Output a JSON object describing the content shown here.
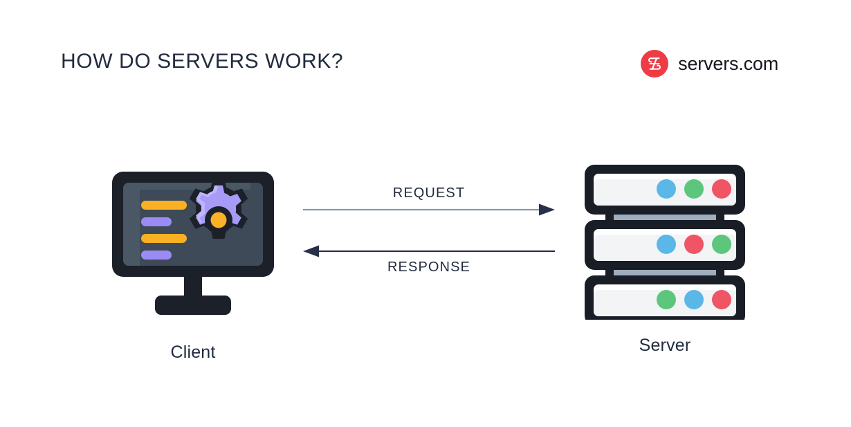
{
  "header": {
    "title": "HOW DO SERVERS WORK?",
    "brand": {
      "wordmark": "servers.com",
      "mark_letter": "S",
      "mark_color": "#EE3C46",
      "wordmark_color": "#14181F"
    }
  },
  "diagram": {
    "type": "request-response-flow",
    "background": "#FFFFFF",
    "title_color": "#222B3E",
    "nodes": [
      {
        "id": "client",
        "caption": "Client",
        "icon": "monitor-gear-icon",
        "colors": {
          "frame": "#1B2029",
          "screen": "#3E4A57",
          "screen_shade": "#4A5866",
          "bar_orange": "#FAB023",
          "bar_purple": "#9B8CF5",
          "gear": "#A79BF7",
          "gear_highlight": "#BFB6FA",
          "gear_hub": "#FBB226"
        },
        "screen_lines": [
          "orange",
          "purple",
          "orange",
          "purple"
        ]
      },
      {
        "id": "server",
        "caption": "Server",
        "icon": "server-rack-icon",
        "colors": {
          "outline": "#181D26",
          "panel": "#F2F4F6",
          "panel_top": "#FFFFFF",
          "connector": "#9FAEBE",
          "led_blue": "#5BB7E8",
          "led_green": "#5CC77C",
          "led_red": "#EF5564"
        },
        "racks": [
          {
            "leds": [
              "blue",
              "green",
              "red"
            ]
          },
          {
            "leds": [
              "blue",
              "red",
              "green"
            ]
          },
          {
            "leds": [
              "green",
              "blue",
              "red"
            ]
          }
        ]
      }
    ],
    "flows": [
      {
        "id": "request",
        "label": "REQUEST",
        "direction": "client-to-server",
        "label_position": "above",
        "line_color": "#8A93A5",
        "head_color": "#28304A"
      },
      {
        "id": "response",
        "label": "RESPONSE",
        "direction": "server-to-client",
        "label_position": "below",
        "line_color": "#28304A",
        "head_color": "#28304A"
      }
    ]
  }
}
